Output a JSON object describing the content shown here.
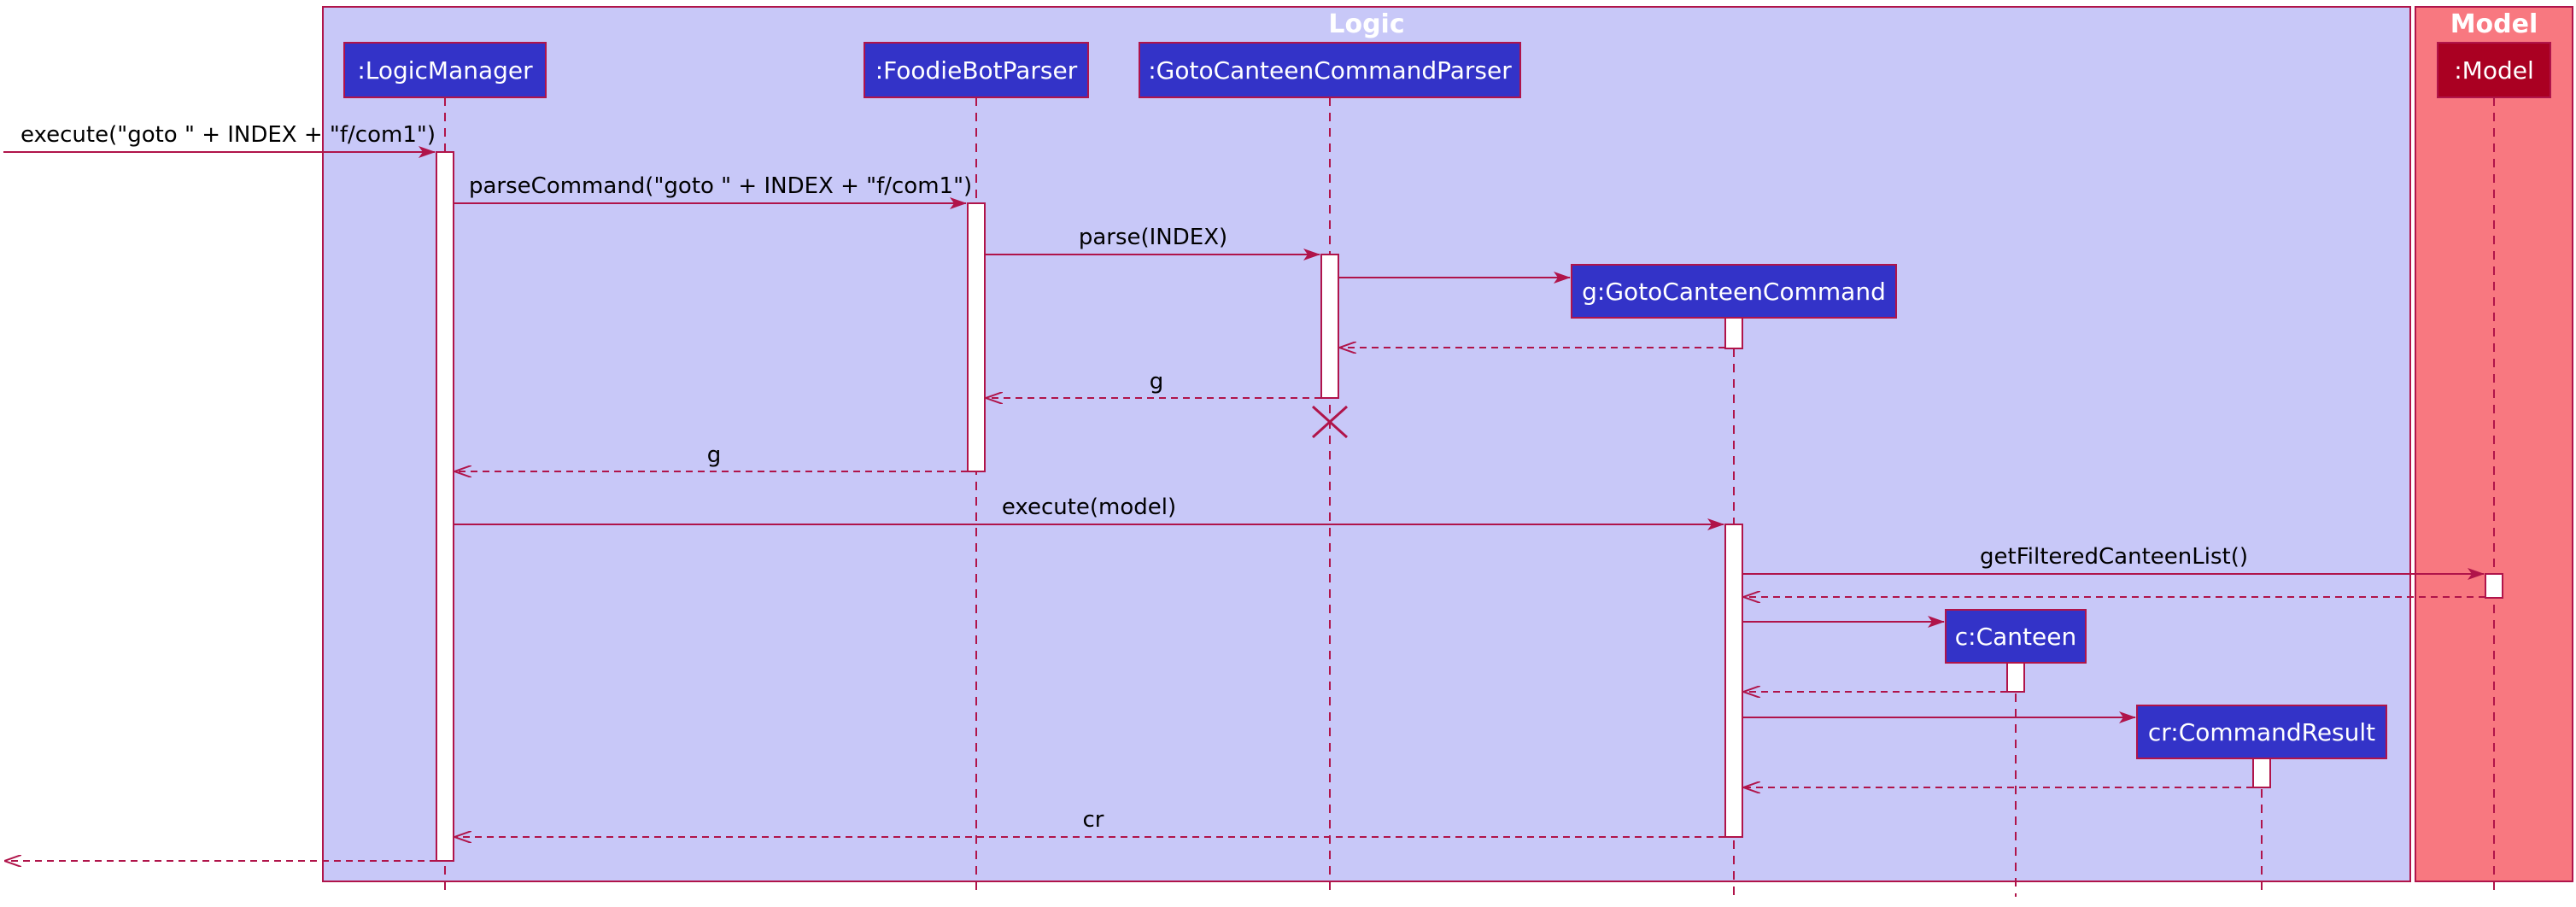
{
  "colors": {
    "logic_frame": "#c8c8f8",
    "model_frame": "#f87880",
    "border": "#b0144a",
    "participant_fill": "#3333c8",
    "model_participant_fill": "#aa0022",
    "activation_fill": "#ffffff",
    "arrow": "#b0144a"
  },
  "frames": {
    "logic": {
      "title": "Logic"
    },
    "model": {
      "title": "Model"
    }
  },
  "participants": {
    "logic_manager": ":LogicManager",
    "parser": ":FoodieBotParser",
    "goto_parser": ":GotoCanteenCommandParser",
    "goto_command": "g:GotoCanteenCommand",
    "canteen": "c:Canteen",
    "command_result": "cr:CommandResult",
    "model": ":Model"
  },
  "messages": {
    "execute_in": "execute(\"goto \" + INDEX + \"f/com1\")",
    "parse_command": "parseCommand(\"goto \" + INDEX + \"f/com1\")",
    "parse": "parse(INDEX)",
    "return_g_1": "g",
    "return_g_2": "g",
    "execute_model": "execute(model)",
    "get_filtered": "getFilteredCanteenList()",
    "return_cr": "cr"
  }
}
